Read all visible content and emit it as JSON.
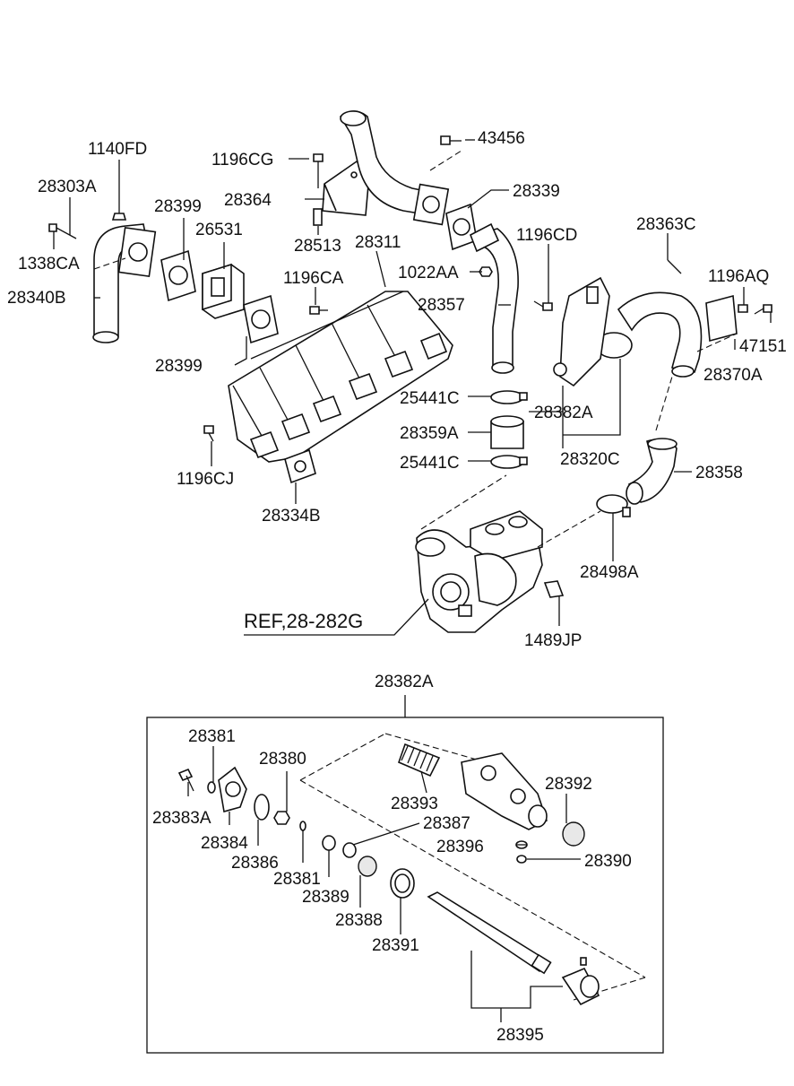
{
  "labels": {
    "p1140FD": "1140FD",
    "p28303A": "28303A",
    "p1338CA": "1338CA",
    "p28340B": "28340B",
    "p28399a": "28399",
    "p26531": "26531",
    "p28399b": "28399",
    "p1196CG": "1196CG",
    "p28364": "28364",
    "p28513": "28513",
    "p43456": "43456",
    "p28339": "28339",
    "p1196CD": "1196CD",
    "p1022AA": "1022AA",
    "p28357": "28357",
    "p28311": "28311",
    "p1196CA": "1196CA",
    "p28363C": "28363C",
    "p1196AQ": "1196AQ",
    "p47151": "47151",
    "p28370A": "28370A",
    "p25441Ca": "25441C",
    "p28359A": "28359A",
    "p25441Cb": "25441C",
    "p28382Ab": "28382A",
    "p28320C": "28320C",
    "p28358": "28358",
    "p1196CJ": "1196CJ",
    "p28334B": "28334B",
    "p28498A": "28498A",
    "p1489JP": "1489JP",
    "ref": "REF,28-282G",
    "p28382A": "28382A",
    "p28381a": "28381",
    "p28380": "28380",
    "p28383A": "28383A",
    "p28384": "28384",
    "p28386": "28386",
    "p28381b": "28381",
    "p28389": "28389",
    "p28388": "28388",
    "p28391": "28391",
    "p28393": "28393",
    "p28387": "28387",
    "p28392": "28392",
    "p28396": "28396",
    "p28390": "28390",
    "p28395": "28395"
  }
}
